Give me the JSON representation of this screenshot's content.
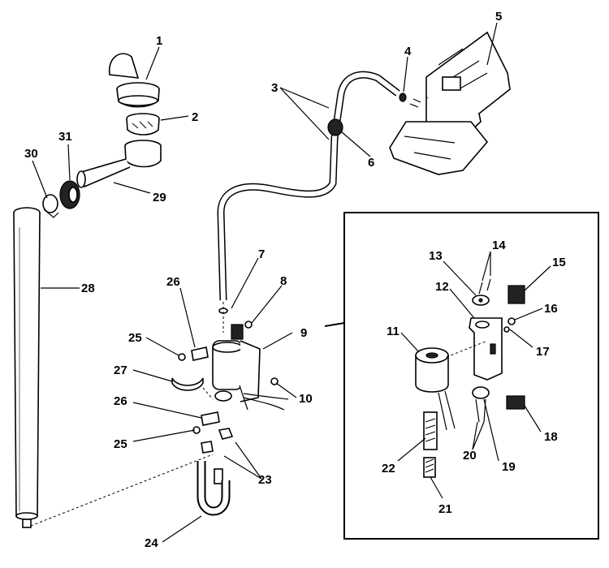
{
  "labels": {
    "l1": "1",
    "l2": "2",
    "l3": "3",
    "l4": "4",
    "l5": "5",
    "l6": "6",
    "l7": "7",
    "l8": "8",
    "l9": "9",
    "l10": "10",
    "l11": "11",
    "l12": "12",
    "l13": "13",
    "l14": "14",
    "l15": "15",
    "l16": "16",
    "l17": "17",
    "l18": "18",
    "l19": "19",
    "l20": "20",
    "l21": "21",
    "l22": "22",
    "l23": "23",
    "l24": "24",
    "l25a": "25",
    "l25b": "25",
    "l26a": "26",
    "l26b": "26",
    "l27": "27",
    "l28": "28",
    "l29": "29",
    "l30": "30",
    "l31": "31"
  }
}
